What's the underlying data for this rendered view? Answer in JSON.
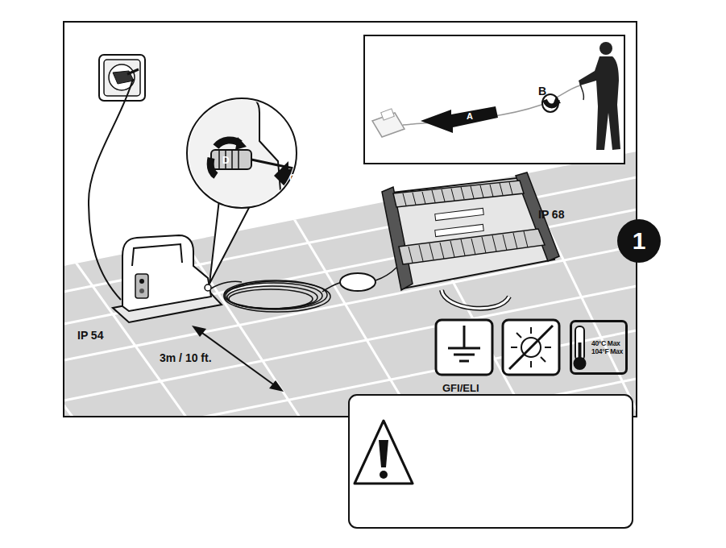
{
  "diagram": {
    "nodes": [
      {
        "text": [
          "1"
        ]
      },
      {
        "text": [
          "40°C Max",
          "104°F Max"
        ]
      }
    ],
    "labels": [
      "IP 68",
      "IP 54",
      "3m / 10 ft.",
      "GFI/ELI",
      "A",
      "B",
      "C",
      "D"
    ]
  }
}
